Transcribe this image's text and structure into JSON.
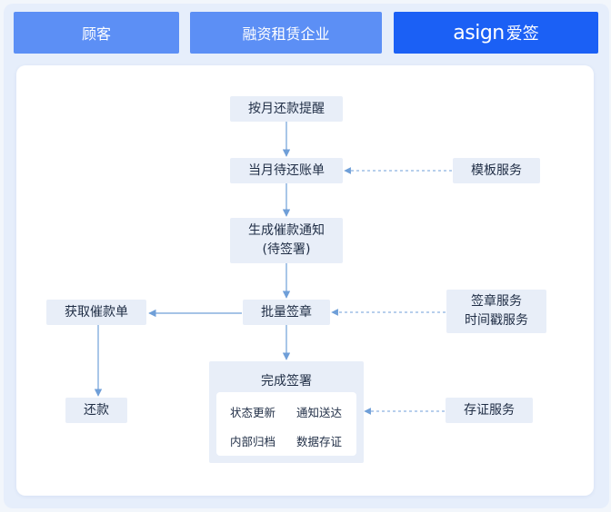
{
  "lanes": {
    "customer": "顾客",
    "company": "融资租赁企业",
    "asign_latin": "asign",
    "asign_cn": "爱签"
  },
  "nodes": {
    "monthly_reminder": "按月还款提醒",
    "monthly_bill": "当月待还账单",
    "generate_notice_l1": "生成催款通知",
    "generate_notice_l2": "(待签署)",
    "batch_stamp": "批量签章",
    "get_notice": "获取催款单",
    "repay": "还款",
    "template_service": "模板服务",
    "stamp_service_l1": "签章服务",
    "stamp_service_l2": "时间戳服务",
    "evidence_service": "存证服务"
  },
  "complete_group": {
    "title": "完成签署",
    "items": [
      "状态更新",
      "通知送达",
      "内部归档",
      "数据存证"
    ]
  },
  "colors": {
    "lane_header": "#5c8ff5",
    "brand_header": "#1b60f5",
    "node_fill": "#e8eef8",
    "arrow": "#6f9fd8"
  }
}
